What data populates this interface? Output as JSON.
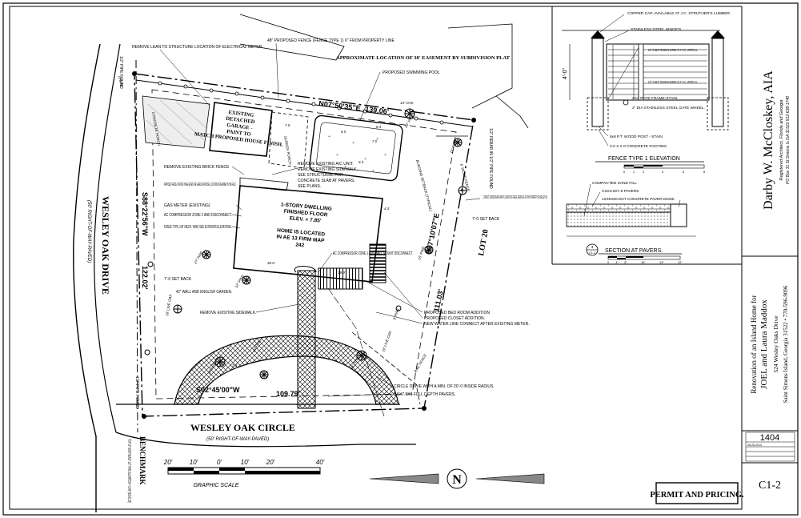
{
  "site_plan": {
    "callouts": {
      "remove_lean": "REMOVE LEAN TO STRUCTURE LOCATION OF ELECTRICAL METER",
      "fence_48": "48\" PROPOSED FENCE (FENCE TYPE 1) 6\" FROM PROPERTY LINE",
      "easement": "APPROXIMATE LOCATION OF 30' EASEMENT BY SUBDIVISION PLAT",
      "pool": "PROPOSED SWIMMING POOL",
      "remove_brick_fence": "REMOVE EXISTING BRICK FENCE",
      "remove_ac": "REMOVE EXISTING A/C UNIT.",
      "remove_sidewalk_1": "REMOVE EXISTING SIDEWALK.",
      "see_structural": "SEE STRUCTURAL FOR",
      "concrete_slab": "CONCRETE SLAB AT PAVERS.",
      "see_plans": "SEE PLANS.",
      "proposed_fence_gates": "PROPOSED FENCE. PROVIDE THREE GATES FOR EGRESS PURPOSES. LOCATION DETERMINED IN THE FIELD.",
      "gas_meter": "GAS METER (EXISTING)",
      "ac_zone2": "AC COMPRESSOR ZONE 2 AND DISCONNECT.",
      "fence_type3": "FENCE TYPE 3 AT MECH. YARD SEE EXTERIOR ELEVATIONS.",
      "setback_left": "7'-0 SET BACK",
      "setback_right": "7'-0 SET BACK",
      "wall_garden": "42\" WALL AND ENGLISH GARDEN.",
      "remove_sidewalk_2": "REMOVE EXISTING SIDEWALK.",
      "ac_zone1": "AC COMPRESSOR ZONE 1 AND WALL MOUNT DISCONNECT.",
      "contact_surveyor": "CONTACT SURVEYOR AND VERIFY LOCATION OF FENCE, REMOVE IF ON THIS PROPERTY 524 WESLEY DR.",
      "bed_addition": "PROPOSED BED ROOM ADDITION",
      "closet_addition": "PROPOSED CLOSET ADDITION.",
      "water_line": "NEW WATER LINE CONNECT AFTER EXISTING METER.",
      "circle_drive": "CIRCLE DRIVE WITH A MIN. OF 20'-0 INSIDE RADIUS.",
      "pavers": "3.5X7.5X3 FULL DEPTH PAVERS."
    },
    "garage_label": "EXISTING DETACHED GARAGE - PAINT TO MATCH PROPOSED HOUSE FINISH.",
    "dwelling_label": "1-STORY DWELLING FINISHED FLOOR ELEV. = 7.85'",
    "flood_note": "HOME IS LOCATED IN AE 13 FIRM MAP",
    "flood_num": "242",
    "bearings": {
      "top": "N07°50'35\"E",
      "top_dist": "139.06'",
      "left": "S88°22'56\"W",
      "left_dist": "122.02'",
      "right": "S77°10'07\"E",
      "right_dist": "111.03'",
      "bottom": "S02°45'00\"W",
      "bottom_dist": "109.79'"
    },
    "streets": {
      "wesley_drive": "WESLEY OAK DRIVE",
      "wesley_drive_row": "(50' RIGHT-OF-WAY-PAVED)",
      "wesley_circle": "WESLEY OAK CIRCLE",
      "wesley_circle_row": "(50' RIGHT-OF-WAY-PAVED)"
    },
    "lot": "LOT 20",
    "benchmark": "BENCHMARK",
    "benchmark_note": "TOP OF NORTHERLY 1/2\" PIPE ELEVATION = 6.48' (NGVD 29)",
    "pipe_found": "1/2\" PIPE FOUND",
    "rebar_found": "1/2\" REBAR IN 1/2\" PIPE FOUND",
    "small_labels": [
      "7.0",
      "7.0",
      "6.5",
      "8.4",
      "6.4",
      "4.3",
      "30.6'",
      "19.9'",
      "7.3",
      "20' PINE",
      "27' PINE",
      "18' LIVE OAK",
      "12\" PINE",
      "24' PINE",
      "20' PINE",
      "9' PINE",
      "15' PINE",
      "15' PINE",
      "16' LIVE OAK",
      "13' OAK",
      "RAIL FENCE",
      "BUILDING SETBACK (TYPICAL)",
      "6' WOOD FENCE",
      "20\" PINE",
      "SCREEN PORCH",
      "CONCRETE PORCH",
      "DRIVE"
    ],
    "scale_ticks": [
      "20'",
      "10'",
      "0'",
      "10'",
      "20'",
      "40'"
    ],
    "scale_title": "GRAPHIC SCALE",
    "north": "N"
  },
  "fence_elevation": {
    "callouts": {
      "copper_cap": "COPPER CAP. AVAILABLE AT J.C. STRUTHER'S LUMBER.",
      "stainless_hinges": "STAINLESS STEEL HINGE'S",
      "cable_top": "1/2\" CABLE TENSION WIRES AT 4\" O.C. VERTICAL.",
      "cable_bottom": "1/2\" CABLE TENSION WIRES AT 4\" O.C. VERTICAL.",
      "gate_frame": "2X4 GATE FRAME-STAIN.",
      "gate_wheel": "2\" DIA STAINLESS STEEL GATE WHEEL.",
      "wood_post": "6x6 P.T. WOOD POST - STAIN",
      "footing": "2-0 X 2-0 CONCRETE FOOTING"
    },
    "height_dim": "4'-0\"",
    "title": "FENCE TYPE 1 ELEVATION",
    "scale_ticks": [
      "0",
      "1",
      "2",
      "4",
      "6",
      "8"
    ]
  },
  "paver_section": {
    "callouts": {
      "sand_fill": "COMPACTED SAND FILL",
      "pavers": "3.5X3.5X7.5 PAVERS",
      "edge": "12X6X6CONT CONCRETE PAVER EDGE."
    },
    "title": "SECTION AT PAVERS.",
    "ref_num": "3",
    "ref_sheet": "C1-2",
    "scale_ticks": [
      "0",
      "4\"",
      "8\"",
      "16\"",
      "24\"",
      "32\""
    ]
  },
  "title_block": {
    "architect": "Darby W. McCloskey, AIA",
    "reg_line": "Registered Architect, Florida and Georgia",
    "address_line": "PO Box 31 St Simons Is GA 31522 912-638-1748",
    "project_line1": "Renovation of an Island Home for",
    "client": "JOEL and Laura Maddox",
    "street": "524 Wesley Oaks Drive",
    "city": "Saint Simons Island, Georgia 31522 • 770-596-9096",
    "job_number": "1404",
    "date": "08-28-2014",
    "sheet": "C1-2"
  },
  "stamp": "PERMIT AND PRICING."
}
